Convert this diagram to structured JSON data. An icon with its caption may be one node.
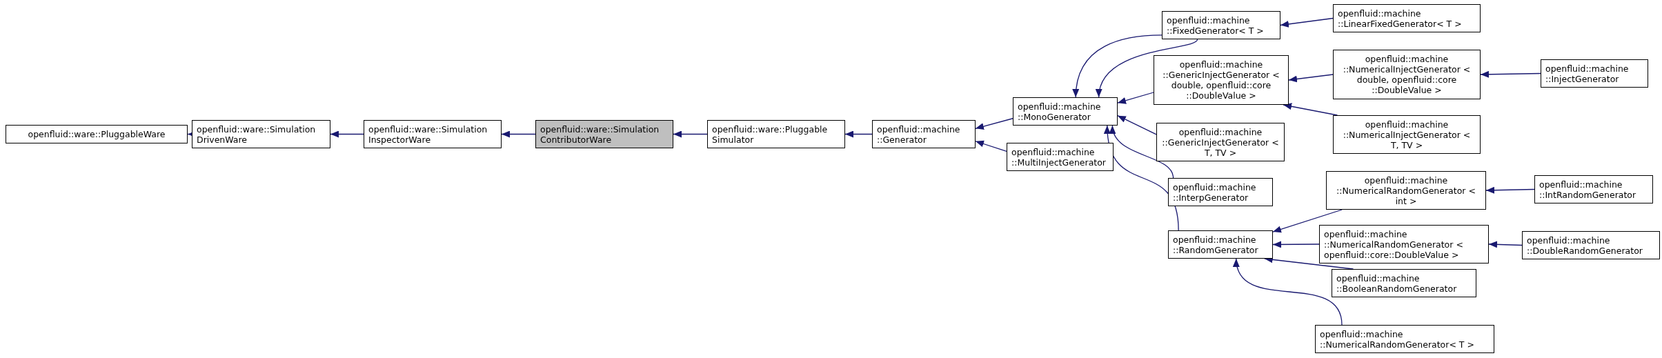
{
  "diagram": {
    "nodes": [
      {
        "text": [
          "openfluid::ware::PluggableWare"
        ]
      },
      {
        "text": [
          "openfluid::ware::Simulation DrivenWare"
        ]
      },
      {
        "text": [
          "openfluid::ware::Simulation InspectorWare"
        ]
      },
      {
        "text": [
          "openfluid::ware::Simulation ContributorWare"
        ]
      },
      {
        "text": [
          "openfluid::ware::Pluggable Simulator"
        ]
      },
      {
        "text": [
          "openfluid::machine ::Generator"
        ]
      },
      {
        "text": [
          "openfluid::machine ::MultiInjectGenerator"
        ]
      },
      {
        "text": [
          "openfluid::machine ::MonoGenerator"
        ]
      },
      {
        "text": [
          "openfluid::machine ::FixedGenerator< T >"
        ]
      },
      {
        "text": [
          "openfluid::machine ::GenericInjectGenerator < double, openfluid::core ::DoubleValue >"
        ]
      },
      {
        "text": [
          "openfluid::machine ::GenericInjectGenerator < T, TV >"
        ]
      },
      {
        "text": [
          "openfluid::machine ::InterpGenerator"
        ]
      },
      {
        "text": [
          "openfluid::machine ::RandomGenerator"
        ]
      },
      {
        "text": [
          "openfluid::machine ::LinearFixedGenerator< T >"
        ]
      },
      {
        "text": [
          "openfluid::machine ::NumericalInjectGenerator < double, openfluid::core ::DoubleValue >"
        ]
      },
      {
        "text": [
          "openfluid::machine ::NumericalInjectGenerator < T, TV >"
        ]
      },
      {
        "text": [
          "openfluid::machine ::InjectGenerator"
        ]
      },
      {
        "text": [
          "openfluid::machine ::NumericalRandomGenerator < int >"
        ]
      },
      {
        "text": [
          "openfluid::machine ::NumericalRandomGenerator < openfluid::core::DoubleValue >"
        ]
      },
      {
        "text": [
          "openfluid::machine ::BooleanRandomGenerator"
        ]
      },
      {
        "text": [
          "openfluid::machine ::NumericalRandomGenerator< T >"
        ]
      },
      {
        "text": [
          "openfluid::machine ::IntRandomGenerator"
        ]
      },
      {
        "text": [
          "openfluid::machine ::DoubleRandomGenerator"
        ]
      }
    ],
    "edges": [
      {
        "from": 1,
        "to": 0,
        "arrow": "to"
      },
      {
        "from": 2,
        "to": 1,
        "arrow": "to"
      },
      {
        "from": 3,
        "to": 2,
        "arrow": "to"
      },
      {
        "from": 4,
        "to": 3,
        "arrow": "to"
      },
      {
        "from": 5,
        "to": 4,
        "arrow": "to"
      },
      {
        "from": 7,
        "to": 5,
        "arrow": "to"
      },
      {
        "from": 6,
        "to": 5,
        "arrow": "to"
      },
      {
        "from": 8,
        "to": 7,
        "arrow": "to"
      },
      {
        "from": 8,
        "to": 7,
        "arrow": "to"
      },
      {
        "from": 9,
        "to": 7,
        "arrow": "to"
      },
      {
        "from": 10,
        "to": 7,
        "arrow": "to"
      },
      {
        "from": 11,
        "to": 7,
        "arrow": "to"
      },
      {
        "from": 12,
        "to": 7,
        "arrow": "to"
      },
      {
        "from": 13,
        "to": 8,
        "arrow": "to"
      },
      {
        "from": 14,
        "to": 9,
        "arrow": "to"
      },
      {
        "from": 15,
        "to": 9,
        "arrow": "to"
      },
      {
        "from": 16,
        "to": 14,
        "arrow": "to"
      },
      {
        "from": 17,
        "to": 12,
        "arrow": "to"
      },
      {
        "from": 18,
        "to": 12,
        "arrow": "to"
      },
      {
        "from": 19,
        "to": 12,
        "arrow": "to"
      },
      {
        "from": 20,
        "to": 12,
        "arrow": "to"
      },
      {
        "from": 21,
        "to": 17,
        "arrow": "to"
      },
      {
        "from": 22,
        "to": 18,
        "arrow": "to"
      }
    ]
  }
}
